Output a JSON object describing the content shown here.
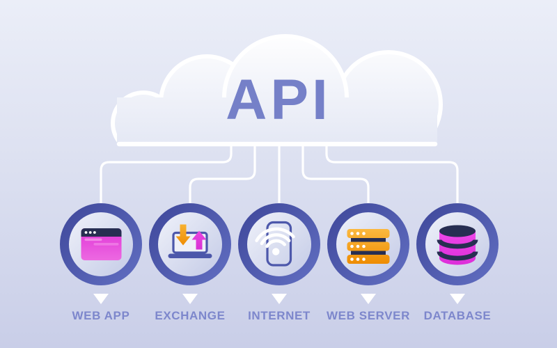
{
  "title": {
    "cloud_label": "API"
  },
  "nodes": [
    {
      "id": "web-app",
      "label": "WEB APP",
      "icon": "browser-window-icon"
    },
    {
      "id": "exchange",
      "label": "EXCHANGE",
      "icon": "laptop-transfer-icon"
    },
    {
      "id": "internet",
      "label": "INTERNET",
      "icon": "mobile-wifi-icon"
    },
    {
      "id": "web-server",
      "label": "WEB SERVER",
      "icon": "server-stack-icon"
    },
    {
      "id": "database",
      "label": "DATABASE",
      "icon": "database-cylinder-icon"
    }
  ],
  "colors": {
    "background_top": "#ebeef8",
    "background_bottom": "#c9cee8",
    "cloud_fill_top": "#ffffff",
    "cloud_fill_bottom": "#e3e7f4",
    "cloud_outline": "#ffffff",
    "api_text": "#7580c8",
    "connector_line": "#ffffff",
    "node_ring": "#4c57a8",
    "node_inner_top": "#f2f4fb",
    "node_inner_bottom": "#c1c8e5",
    "label_text": "#7d87cc",
    "pointer_triangle": "#ffffff",
    "accent_magenta": "#e53ce0",
    "accent_orange": "#f5a21b",
    "accent_navy": "#272e52"
  }
}
